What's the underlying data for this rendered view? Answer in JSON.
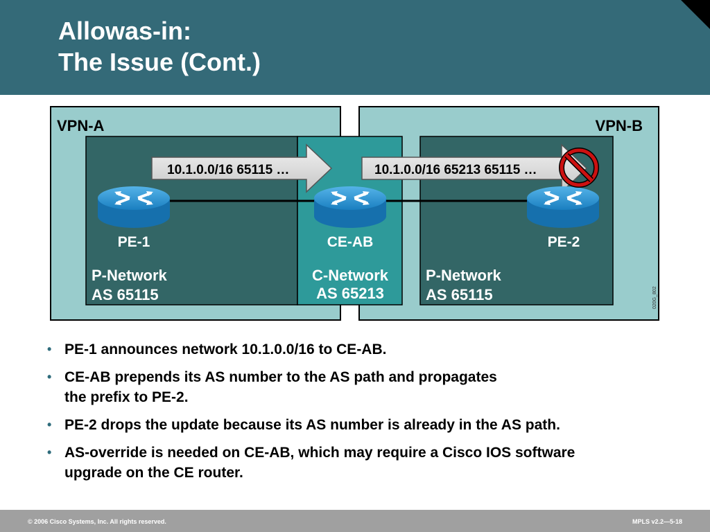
{
  "slide": {
    "title_line1": "Allowas-in:",
    "title_line2": "The Issue (Cont.)"
  },
  "diagram": {
    "vpn_a_label": "VPN-A",
    "vpn_b_label": "VPN-B",
    "arrow1_text": "10.1.0.0/16  65115 …",
    "arrow2_text": "10.1.0.0/16  65213 65115 …",
    "routers": [
      {
        "label": "PE-1"
      },
      {
        "label": "CE-AB"
      },
      {
        "label": "PE-2"
      }
    ],
    "p_network_left": {
      "line1": "P-Network",
      "line2": "AS 65115"
    },
    "c_network": {
      "line1": "C-Network",
      "line2": "AS 65213"
    },
    "p_network_right": {
      "line1": "P-Network",
      "line2": "AS 65115"
    },
    "figure_id": "020G_802"
  },
  "bullets": [
    {
      "line1": "PE-1 announces network 10.1.0.0/16 to CE-AB.",
      "line2": ""
    },
    {
      "line1": "CE-AB prepends its AS number to the AS path and propagates",
      "line2": "the prefix to PE-2."
    },
    {
      "line1": "PE-2 drops the update because its AS number is already in the AS path.",
      "line2": ""
    },
    {
      "line1": "AS-override is needed on CE-AB, which may require a Cisco IOS software",
      "line2": "upgrade on the CE router."
    }
  ],
  "footer": {
    "copyright": "© 2006 Cisco Systems, Inc. All rights reserved.",
    "course": "MPLS v2.2—5-18"
  },
  "colors": {
    "header": "#346a78",
    "vpn_region": "#99cccc",
    "p_network": "#336666",
    "c_network": "#2e9a9a",
    "router": "#1f86c6",
    "prohibit": "#cc1111"
  }
}
